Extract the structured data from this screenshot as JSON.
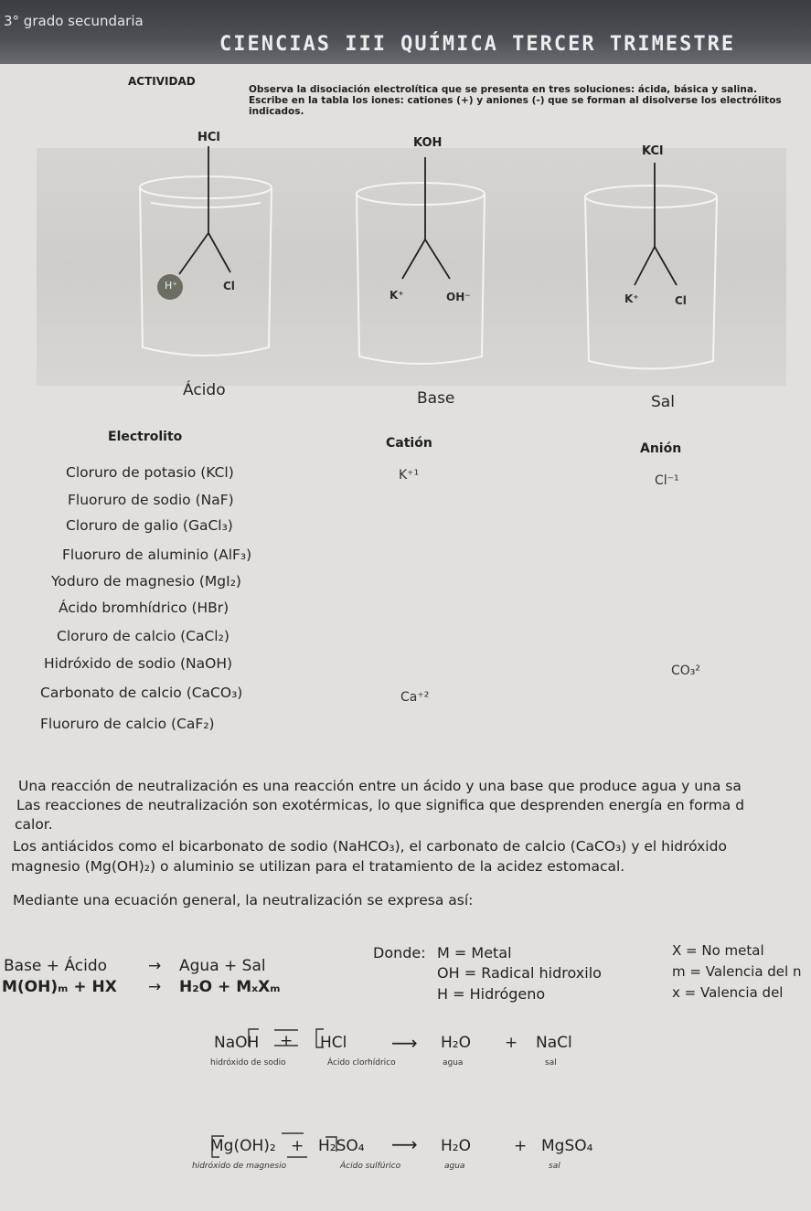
{
  "header": {
    "grade": "3° grado secundaria",
    "title": "CIENCIAS III QUÍMICA TERCER TRIMESTRE"
  },
  "activity": {
    "label": "ACTIVIDAD",
    "instructions": "Observa la disociación electrolítica que se presenta en tres soluciones: ácida, básica y salina. Escribe en la tabla los iones: cationes (+) y aniones (-) que se forman al disolverse los electrólitos indicados."
  },
  "beakers": [
    {
      "formula": "HCl",
      "cation": "H⁺",
      "anion": "Cl",
      "category": "Ácido"
    },
    {
      "formula": "KOH",
      "cation": "K⁺",
      "anion": "OH⁻",
      "category": "Base"
    },
    {
      "formula": "KCl",
      "cation": "K⁺",
      "anion": "Cl",
      "category": "Sal"
    }
  ],
  "table": {
    "headers": {
      "electrolyte": "Electrolito",
      "cation": "Catión",
      "anion": "Anión"
    },
    "rows": [
      {
        "name": "Cloruro de potasio (KCl)",
        "cation": "K⁺¹",
        "anion": "Cl⁻¹"
      },
      {
        "name": "Fluoruro de sodio (NaF)",
        "cation": "",
        "anion": ""
      },
      {
        "name": "Cloruro de galio (GaCl₃)",
        "cation": "",
        "anion": ""
      },
      {
        "name": "Fluoruro de aluminio (AlF₃)",
        "cation": "",
        "anion": ""
      },
      {
        "name": "Yoduro de magnesio (MgI₂)",
        "cation": "",
        "anion": ""
      },
      {
        "name": "Ácido bromhídrico (HBr)",
        "cation": "",
        "anion": ""
      },
      {
        "name": "Cloruro de calcio (CaCl₂)",
        "cation": "",
        "anion": ""
      },
      {
        "name": "Hidróxido de sodio (NaOH)",
        "cation": "",
        "anion": "CO₃²"
      },
      {
        "name": "Carbonato de calcio (CaCO₃)",
        "cation": "Ca⁺²",
        "anion": ""
      },
      {
        "name": "Fluoruro de calcio (CaF₂)",
        "cation": "",
        "anion": ""
      }
    ]
  },
  "paragraphs": [
    "Una reacción de neutralización es una reacción entre un ácido y una base que produce agua y una sa",
    "Las reacciones de neutralización son exotérmicas, lo que significa que desprenden energía en forma d",
    "calor.",
    "Los antiácidos como el bicarbonato de sodio (NaHCO₃), el carbonato de calcio (CaCO₃) y el hidróxido",
    "magnesio (Mg(OH)₂) o aluminio se utilizan para el tratamiento de la acidez estomacal."
  ],
  "general_intro": "Mediante una ecuación general, la neutralización se expresa así:",
  "general_equation": {
    "word_left": "Base + Ácido",
    "word_arrow": "→",
    "word_right": "Agua + Sal",
    "formula_left": "M(OH)ₘ + HX",
    "formula_arrow": "→",
    "formula_right": "H₂O + MₓXₘ"
  },
  "legend": {
    "donde": "Donde:",
    "items": [
      "M   = Metal",
      "OH = Radical hidroxilo",
      "H   = Hidrógeno",
      "X   = No metal",
      "m   = Valencia del n",
      "x   = Valencia del"
    ]
  },
  "examples": [
    {
      "reactant1": "NaOH",
      "plus": "+",
      "reactant2": "HCl",
      "arrow": "⟶",
      "product1": "H₂O",
      "plus2": "+",
      "product2": "NaCl",
      "label1": "hidróxido de sodio",
      "label2": "Ácido clorhídrico",
      "label3": "agua",
      "label4": "sal"
    },
    {
      "reactant1": "Mg(OH)₂",
      "plus": "+",
      "reactant2": "H₂SO₄",
      "arrow": "⟶",
      "product1": "H₂O",
      "plus2": "+",
      "product2": "MgSO₄",
      "label1": "hidróxido de magnesio",
      "label2": "Ácido sulfúrico",
      "label3": "agua",
      "label4": "sal"
    }
  ]
}
